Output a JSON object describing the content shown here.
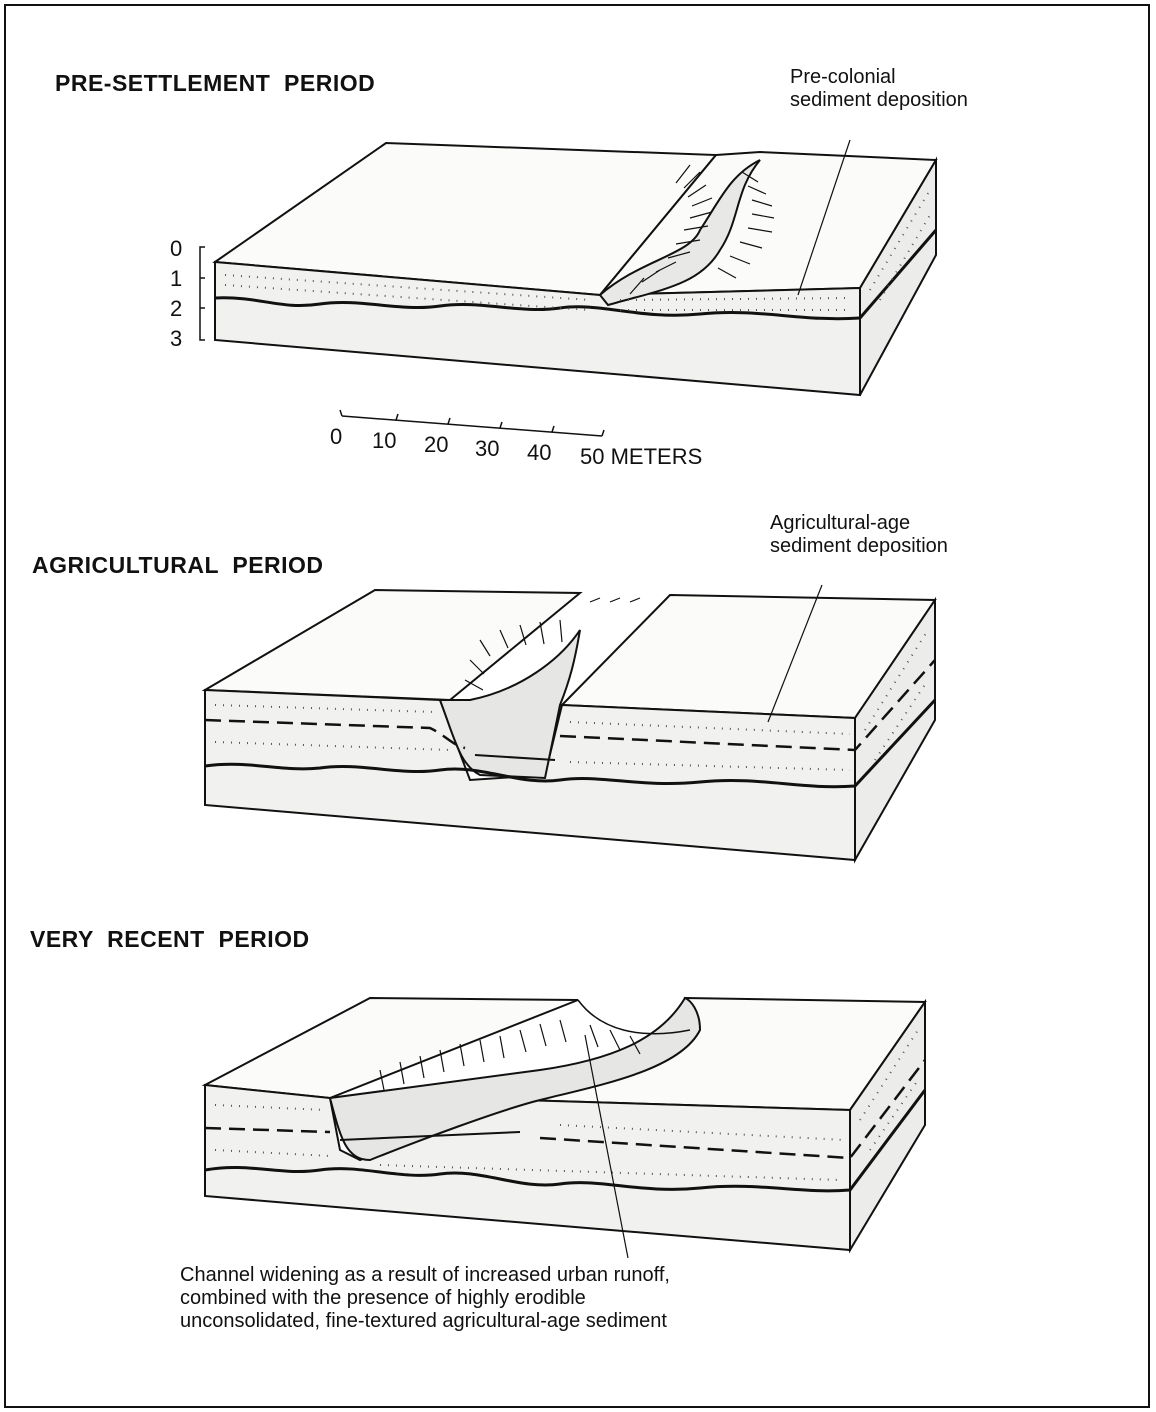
{
  "panels": [
    {
      "title": "PRE-SETTLEMENT  PERIOD",
      "note": [
        "Pre-colonial",
        "sediment deposition"
      ]
    },
    {
      "title": "AGRICULTURAL  PERIOD",
      "note": [
        "Agricultural-age",
        "sediment deposition"
      ]
    },
    {
      "title": "VERY  RECENT  PERIOD",
      "note": [
        "Channel widening as a result of increased urban runoff,",
        "combined with the presence of highly erodible",
        "unconsolidated, fine-textured agricultural-age sediment"
      ]
    }
  ],
  "depth_scale": [
    "0",
    "1",
    "2",
    "3"
  ],
  "distance_scale": {
    "ticks": [
      "0",
      "10",
      "20",
      "30",
      "40",
      "50"
    ],
    "unit": "METERS"
  },
  "colors": {
    "line": "#111111",
    "fill": "#f4f4f2",
    "speckle": "#555555"
  }
}
